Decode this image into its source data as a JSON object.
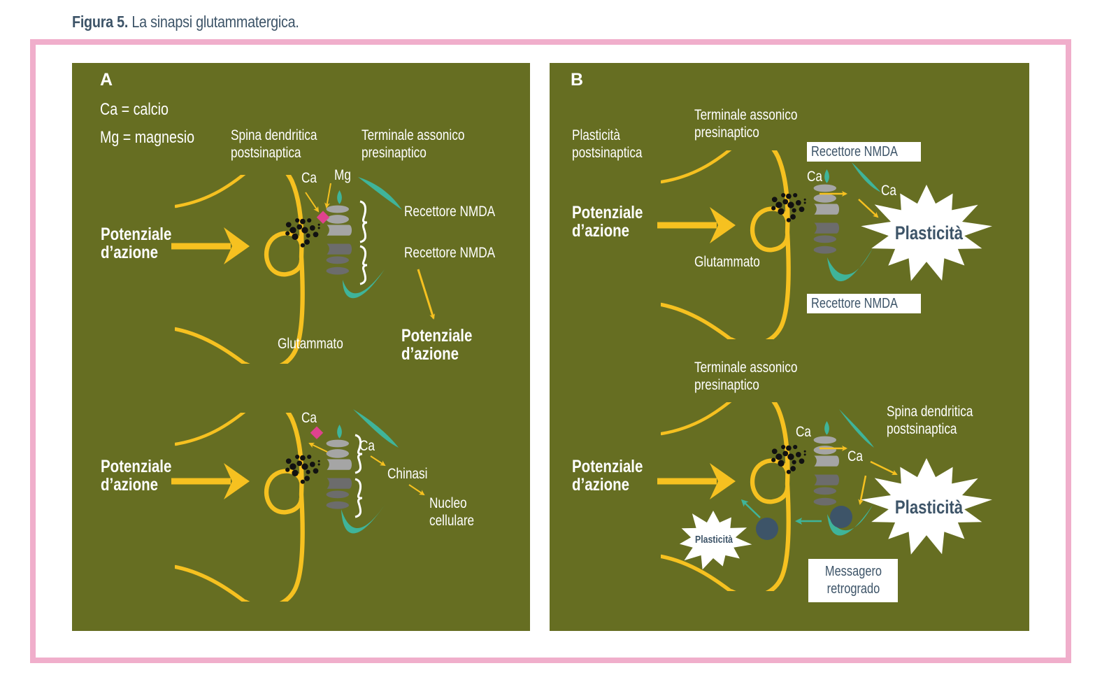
{
  "caption": {
    "label": "Figura 5.",
    "title": "La sinapsi glutammatergica."
  },
  "colors": {
    "frame": "#f0aecb",
    "panel_bg": "#666e22",
    "neuron": "#f6c120",
    "receptor_light": "#a5a5a5",
    "receptor_dark": "#6c6c6c",
    "teal": "#3fb49a",
    "magenta": "#e0428e",
    "messenger": "#3d5468",
    "text_dark": "#3d5468"
  },
  "panel_a": {
    "letter": "A",
    "legend": [
      "Ca = calcio",
      "Mg = magnesio"
    ],
    "top": {
      "dendritic_spine": [
        "Spina dendritica",
        "postsinaptica"
      ],
      "axon_terminal": [
        "Terminale assonico",
        "presinaptico"
      ],
      "ca": "Ca",
      "mg": "Mg",
      "receptor_1": "Recettore NMDA",
      "receptor_2": "Recettore NMDA",
      "action_potential_in": [
        "Potenziale",
        "d’azione"
      ],
      "glutamate": "Glutammato",
      "action_potential_out": [
        "Potenziale",
        "d’azione"
      ]
    },
    "bottom": {
      "ca_top": "Ca",
      "ca_side": "Ca",
      "action_potential_in": [
        "Potenziale",
        "d’azione"
      ],
      "kinase": "Chinasi",
      "nucleus": [
        "Nucleo",
        "cellulare"
      ]
    }
  },
  "panel_b": {
    "letter": "B",
    "top": {
      "postsynaptic_plasticity": [
        "Plasticità",
        "postsinaptica"
      ],
      "axon_terminal": [
        "Terminale assonico",
        "presinaptico"
      ],
      "receptor_top": "Recettore NMDA",
      "receptor_bottom": "Recettore NMDA",
      "ca_left": "Ca",
      "ca_right": "Ca",
      "action_potential_in": [
        "Potenziale",
        "d’azione"
      ],
      "glutamate": "Glutammato",
      "plasticity": "Plasticità"
    },
    "bottom": {
      "axon_terminal": [
        "Terminale assonico",
        "presinaptico"
      ],
      "dendritic_spine": [
        "Spina dendritica",
        "postsinaptica"
      ],
      "ca_left": "Ca",
      "ca_right": "Ca",
      "action_potential_in": [
        "Potenziale",
        "d’azione"
      ],
      "plasticity_big": "Plasticità",
      "plasticity_small": "Plasticità",
      "retrograde_messenger": "Messagero\nretrogrado"
    }
  }
}
